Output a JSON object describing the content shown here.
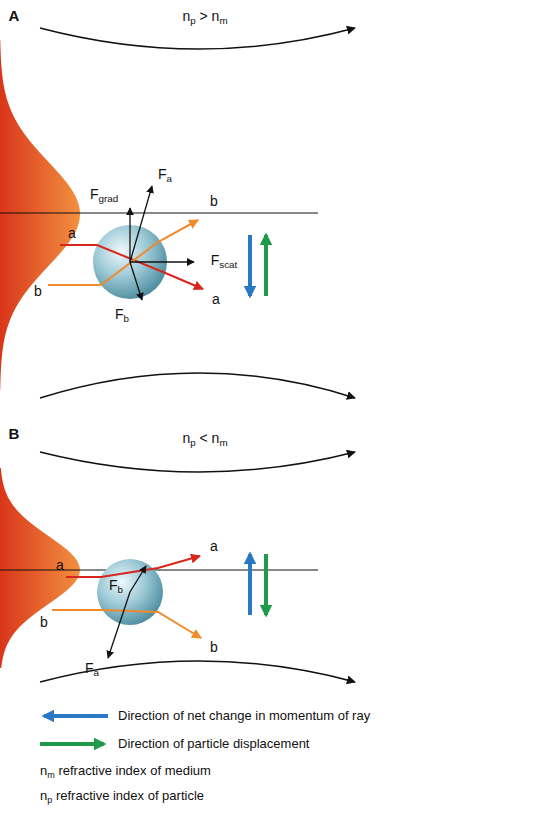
{
  "diagram": {
    "labels": [
      "A",
      "np > nm",
      "Fgrad",
      "Fa",
      "a",
      "b",
      "Fscat",
      "Fb",
      "b",
      "a",
      "B",
      "np < nm",
      "a",
      "a",
      "Fb",
      "b",
      "b",
      "Fa",
      "nm refractive index of medium",
      "np refractive index of particle"
    ],
    "legend": [
      {
        "text": "Direction of net change in momentum of ray"
      },
      {
        "text": "Direction of particle displacement"
      }
    ]
  }
}
